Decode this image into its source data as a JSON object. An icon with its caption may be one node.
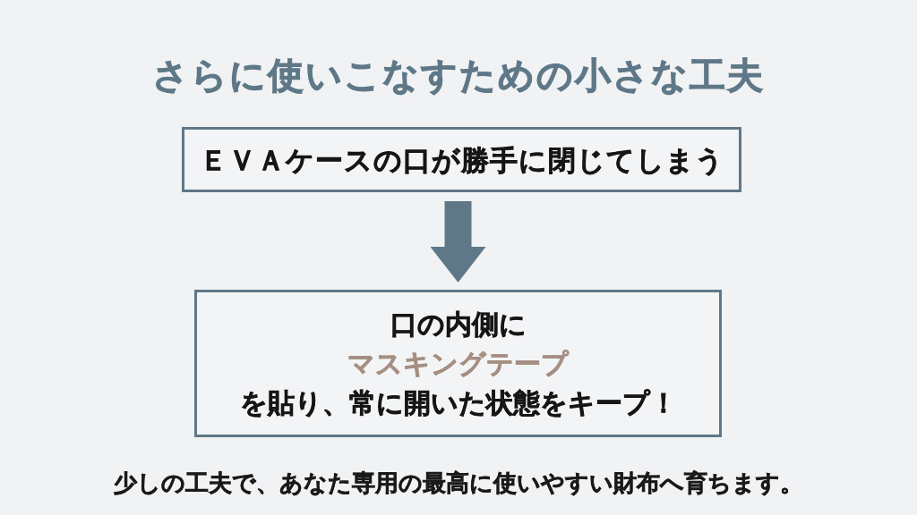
{
  "diagram": {
    "title": "さらに使いこなすための小さな工夫",
    "nodes": [
      {
        "text": [
          "ＥＶＡケースの口が勝手に閉じてしまう"
        ]
      },
      {
        "text": [
          "口の内側に",
          "マスキングテープ",
          "を貼り、常に開いた状態をキープ！"
        ]
      }
    ],
    "edges": [
      {
        "from": 0,
        "to": 1,
        "arrow": "to"
      }
    ],
    "caption": "少しの工夫で、あなた専用の最高に使いやすい財布へ育ちます。"
  }
}
